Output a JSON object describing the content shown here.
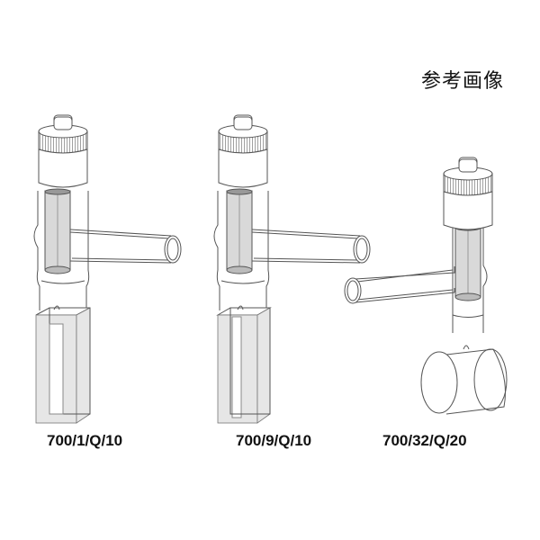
{
  "reference_label": "参考画像",
  "products": [
    {
      "model": "700/1/Q/10",
      "type": "cuvette-standard"
    },
    {
      "model": "700/9/Q/10",
      "type": "cuvette-narrow"
    },
    {
      "model": "700/32/Q/20",
      "type": "cylindrical-cell"
    }
  ]
}
